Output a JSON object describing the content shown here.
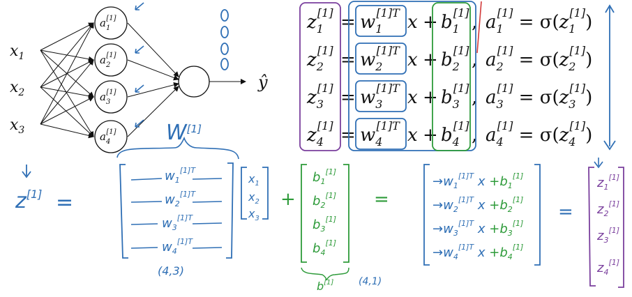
{
  "network": {
    "inputs": [
      "x1",
      "x2",
      "x3"
    ],
    "hidden_nodes": [
      "a1[1]",
      "a2[1]",
      "a3[1]",
      "a4[1]"
    ],
    "output_label": "ŷ",
    "weight_label": "W[1]"
  },
  "equations": [
    {
      "lhs": "z1[1]",
      "w": "w1[1]T",
      "b": "b1[1]",
      "a": "a1[1] = σ(z1[1])"
    },
    {
      "lhs": "z2[1]",
      "w": "w2[1]T",
      "b": "b2[1]",
      "a": "a2[1] = σ(z2[1])"
    },
    {
      "lhs": "z3[1]",
      "w": "w3[1]T",
      "b": "b3[1]",
      "a": "a3[1] = σ(z3[1])"
    },
    {
      "lhs": "z4[1]",
      "w": "w4[1]T",
      "b": "b4[1]",
      "a": "a4[1] = σ(z4[1])"
    }
  ],
  "handwritten": {
    "z_label": "z[1]",
    "equals": "=",
    "plus": "+",
    "w_rows": [
      "w1[1]T",
      "w2[1]T",
      "w3[1]T",
      "w4[1]T"
    ],
    "w_dim": "(4,3)",
    "x_col": [
      "x1",
      "x2",
      "x3"
    ],
    "b_col": [
      "b1[1]",
      "b2[1]",
      "b3[1]",
      "b4[1]"
    ],
    "b_label": "b[1]",
    "b_dim": "(4,1)",
    "result_rows": [
      "w1[1]T x + b1[1]",
      "w2[1]T x + b2[1]",
      "w3[1]T x + b3[1]",
      "w4[1]T x + b4[1]"
    ],
    "z_col": [
      "z1[1]",
      "z2[1]",
      "z3[1]",
      "z4[1]"
    ]
  },
  "colors": {
    "ink": "#111111",
    "blue": "#2f6fb5",
    "green": "#2e9b3a",
    "purple": "#7a3f9d",
    "red": "#d23a3a"
  }
}
